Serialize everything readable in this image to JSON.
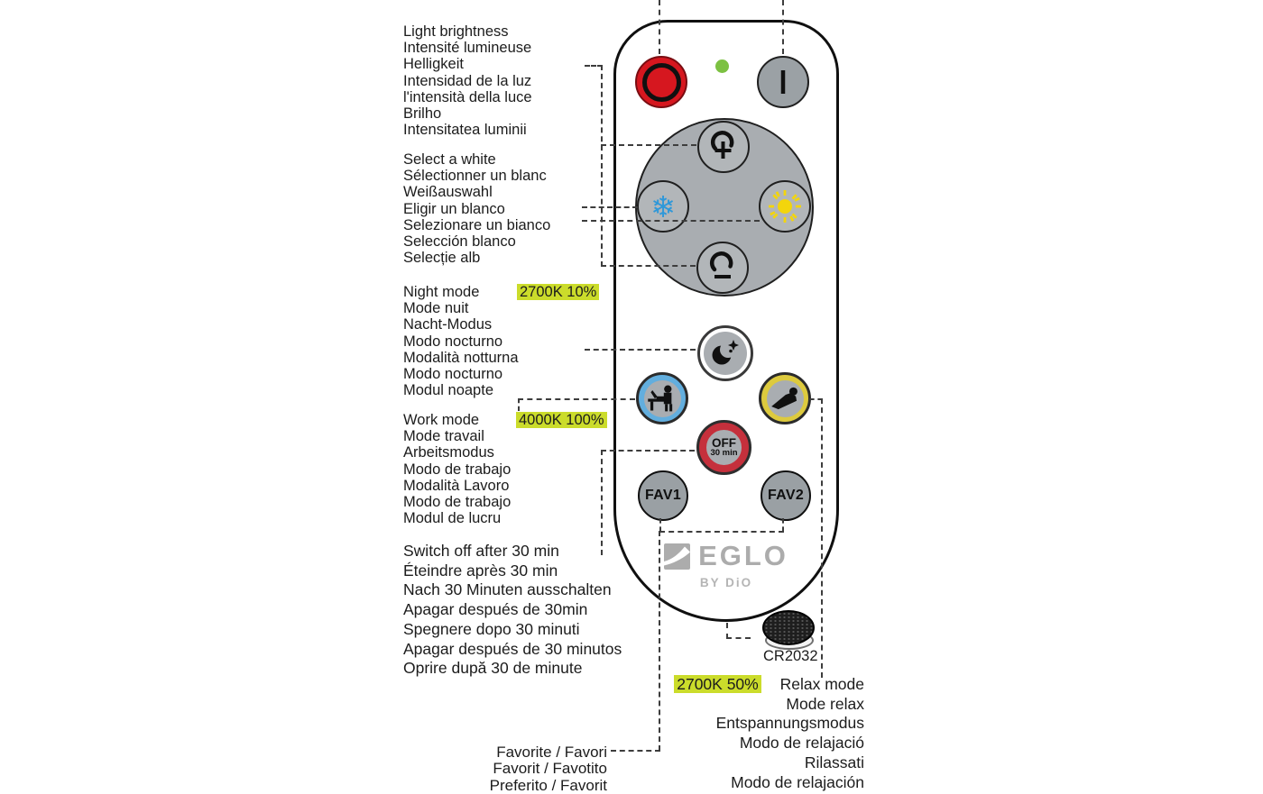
{
  "labels": {
    "brightness": {
      "lines": [
        "Light brightness",
        "Intensité lumineuse",
        "Helligkeit",
        "Intensidad de la luz",
        "l'intensità della luce",
        "Brilho",
        "Intensitatea luminii"
      ]
    },
    "select_white": {
      "lines": [
        "Select a white",
        "Sélectionner un blanc",
        "Weißauswahl",
        "Eligir un blanco",
        "Selezionare un bianco",
        "Selección blanco",
        "Selecție alb"
      ]
    },
    "night": {
      "title": "Night mode",
      "badge": "2700K 10%",
      "lines": [
        "Mode nuit",
        "Nacht-Modus",
        "Modo nocturno",
        "Modalità notturna",
        "Modo nocturno",
        "Modul noapte"
      ]
    },
    "work": {
      "title": "Work mode",
      "badge": "4000K 100%",
      "lines": [
        "Mode travail",
        "Arbeitsmodus",
        "Modo de trabajo",
        "Modalità Lavoro",
        "Modo de trabajo",
        "Modul de lucru"
      ]
    },
    "switch_off": {
      "lines": [
        "Switch off after 30 min",
        "Éteindre après 30 min",
        "Nach 30 Minuten ausschalten",
        "Apagar después de 30min",
        "Spegnere dopo 30 minuti",
        "Apagar después de 30 minutos",
        "Oprire după 30 de minute"
      ]
    },
    "favorite": {
      "lines": [
        "Favorite / Favori",
        "Favorit / Favotito",
        "Preferito / Favorit"
      ]
    },
    "relax": {
      "badge": "2700K 50%",
      "title": "Relax mode",
      "lines": [
        "Mode relax",
        "Entspannungsmodus",
        "Modo de relajació",
        "Rilassati",
        "Modo de relajación"
      ]
    }
  },
  "remote": {
    "fav1": "FAV1",
    "fav2": "FAV2",
    "off_button": {
      "line1": "OFF",
      "line2": "30 min"
    },
    "brand": {
      "name": "EGLO",
      "byline": "BY DiO"
    },
    "battery_label": "CR2032"
  },
  "icons": {
    "snowflake_glyph": "❄"
  },
  "colors": {
    "highlight": "#cbdc2b",
    "power_red": "#d6171f",
    "led_green": "#7cc142",
    "cool_blue": "#2f98d9",
    "warm_yellow": "#f3d50c",
    "work_ring_blue": "#62aede",
    "relax_ring_yellow": "#ddca3e",
    "off_ring_red": "#c5303c",
    "button_gray": "#a9adb1"
  }
}
